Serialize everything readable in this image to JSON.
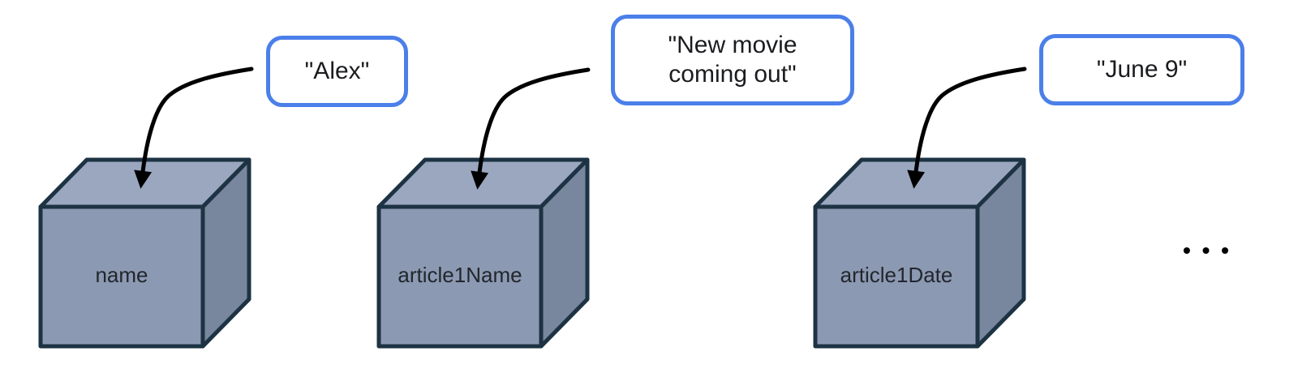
{
  "diagram": {
    "description": "Three variable boxes receiving string values",
    "units": [
      {
        "variable": "name",
        "value": "\"Alex\""
      },
      {
        "variable": "article1Name",
        "value": "\"New movie\ncoming out\""
      },
      {
        "variable": "article1Date",
        "value": "\"June 9\""
      }
    ],
    "ellipsis": "• • •",
    "colors": {
      "background": "#ffffff",
      "bubble_border": "#4b7fe9",
      "bubble_fill": "#ffffff",
      "text": "#1b1c1f",
      "cube_top": "#9aa7bf",
      "cube_front": "#8c99b2",
      "cube_side": "#78869e",
      "cube_outline": "#1d3343",
      "arrow": "#000000"
    }
  }
}
